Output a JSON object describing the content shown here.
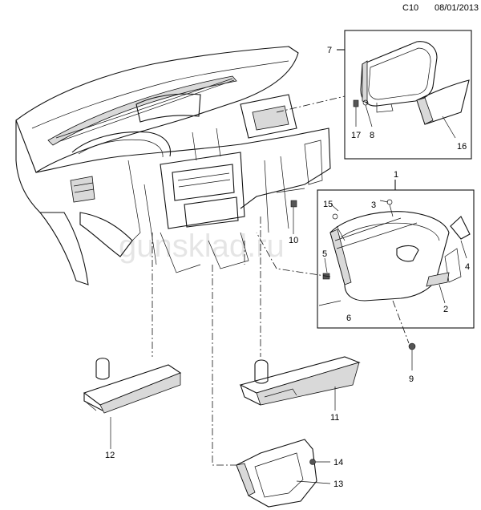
{
  "header": {
    "code": "C10",
    "date": "08/01/2013"
  },
  "watermark": "gunsklad.ru",
  "callouts": [
    "1",
    "2",
    "3",
    "4",
    "5",
    "6",
    "7",
    "8",
    "9",
    "10",
    "11",
    "12",
    "13",
    "14",
    "15",
    "16",
    "17"
  ]
}
